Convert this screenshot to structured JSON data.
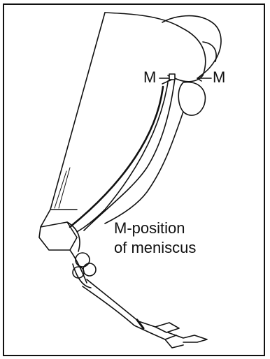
{
  "labels": {
    "meniscus_left": "M",
    "meniscus_right": "M"
  },
  "caption": {
    "line1": "M-position",
    "line2": "of meniscus"
  }
}
